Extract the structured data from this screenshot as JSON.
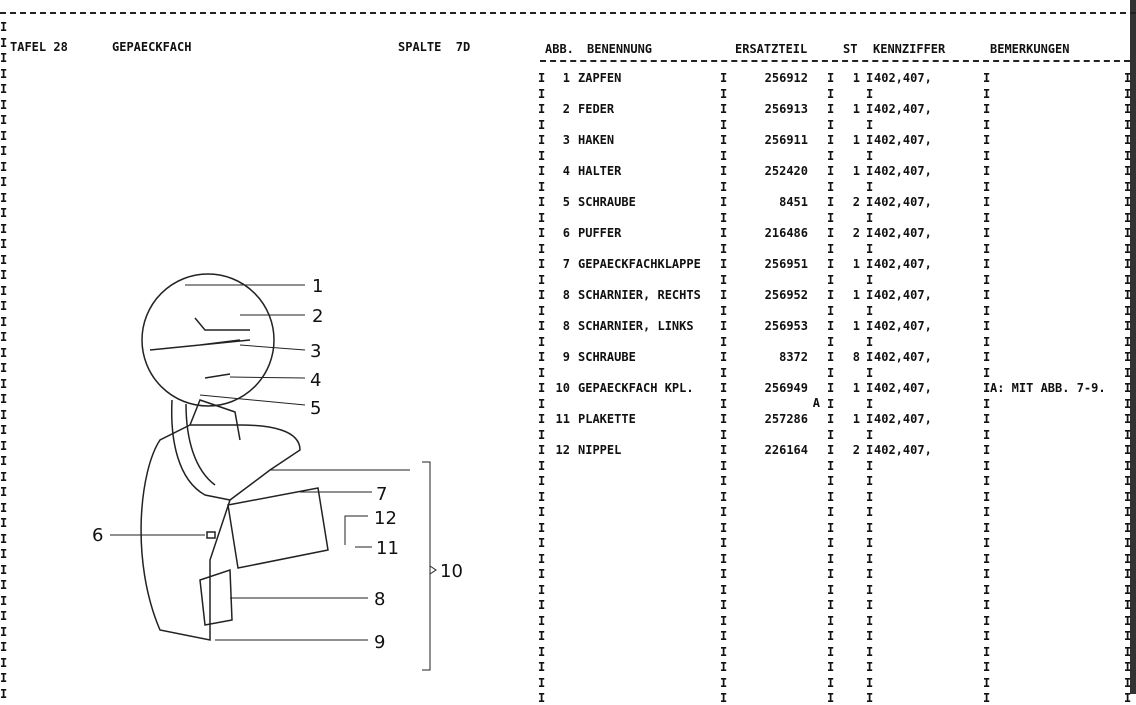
{
  "header": {
    "tafel": "TAFEL 28",
    "title": "GEPAECKFACH",
    "spalte": "SPALTE  7D"
  },
  "columns": {
    "abb": "ABB.",
    "benennung": "BENENNUNG",
    "ersatzteil": "ERSATZTEIL",
    "st": "ST",
    "kennziffer": "KENNZIFFER",
    "bemerkungen": "BEMERKUNGEN"
  },
  "rows": [
    {
      "abb": "1",
      "name": "ZAPFEN",
      "part": "256912",
      "st": "1",
      "kenn": "402,407,",
      "note": "",
      "mark": ""
    },
    {
      "abb": "2",
      "name": "FEDER",
      "part": "256913",
      "st": "1",
      "kenn": "402,407,",
      "note": "",
      "mark": ""
    },
    {
      "abb": "3",
      "name": "HAKEN",
      "part": "256911",
      "st": "1",
      "kenn": "402,407,",
      "note": "",
      "mark": ""
    },
    {
      "abb": "4",
      "name": "HALTER",
      "part": "252420",
      "st": "1",
      "kenn": "402,407,",
      "note": "",
      "mark": ""
    },
    {
      "abb": "5",
      "name": "SCHRAUBE",
      "part": "8451",
      "st": "2",
      "kenn": "402,407,",
      "note": "",
      "mark": ""
    },
    {
      "abb": "6",
      "name": "PUFFER",
      "part": "216486",
      "st": "2",
      "kenn": "402,407,",
      "note": "",
      "mark": ""
    },
    {
      "abb": "7",
      "name": "GEPAECKFACHKLAPPE",
      "part": "256951",
      "st": "1",
      "kenn": "402,407,",
      "note": "",
      "mark": ""
    },
    {
      "abb": "8",
      "name": "SCHARNIER, RECHTS",
      "part": "256952",
      "st": "1",
      "kenn": "402,407,",
      "note": "",
      "mark": ""
    },
    {
      "abb": "8",
      "name": "SCHARNIER, LINKS",
      "part": "256953",
      "st": "1",
      "kenn": "402,407,",
      "note": "",
      "mark": ""
    },
    {
      "abb": "9",
      "name": "SCHRAUBE",
      "part": "8372",
      "st": "8",
      "kenn": "402,407,",
      "note": "",
      "mark": ""
    },
    {
      "abb": "10",
      "name": "GEPAECKFACH KPL.",
      "part": "256949",
      "st": "1",
      "kenn": "402,407,",
      "note": "A: MIT ABB. 7-9.",
      "mark": "A"
    },
    {
      "abb": "11",
      "name": "PLAKETTE",
      "part": "257286",
      "st": "1",
      "kenn": "402,407,",
      "note": "",
      "mark": ""
    },
    {
      "abb": "12",
      "name": "NIPPEL",
      "part": "226164",
      "st": "2",
      "kenn": "402,407,",
      "note": "",
      "mark": ""
    }
  ],
  "diagram_labels": [
    "1",
    "2",
    "3",
    "4",
    "5",
    "6",
    "7",
    "8",
    "9",
    "10",
    "11",
    "12"
  ]
}
